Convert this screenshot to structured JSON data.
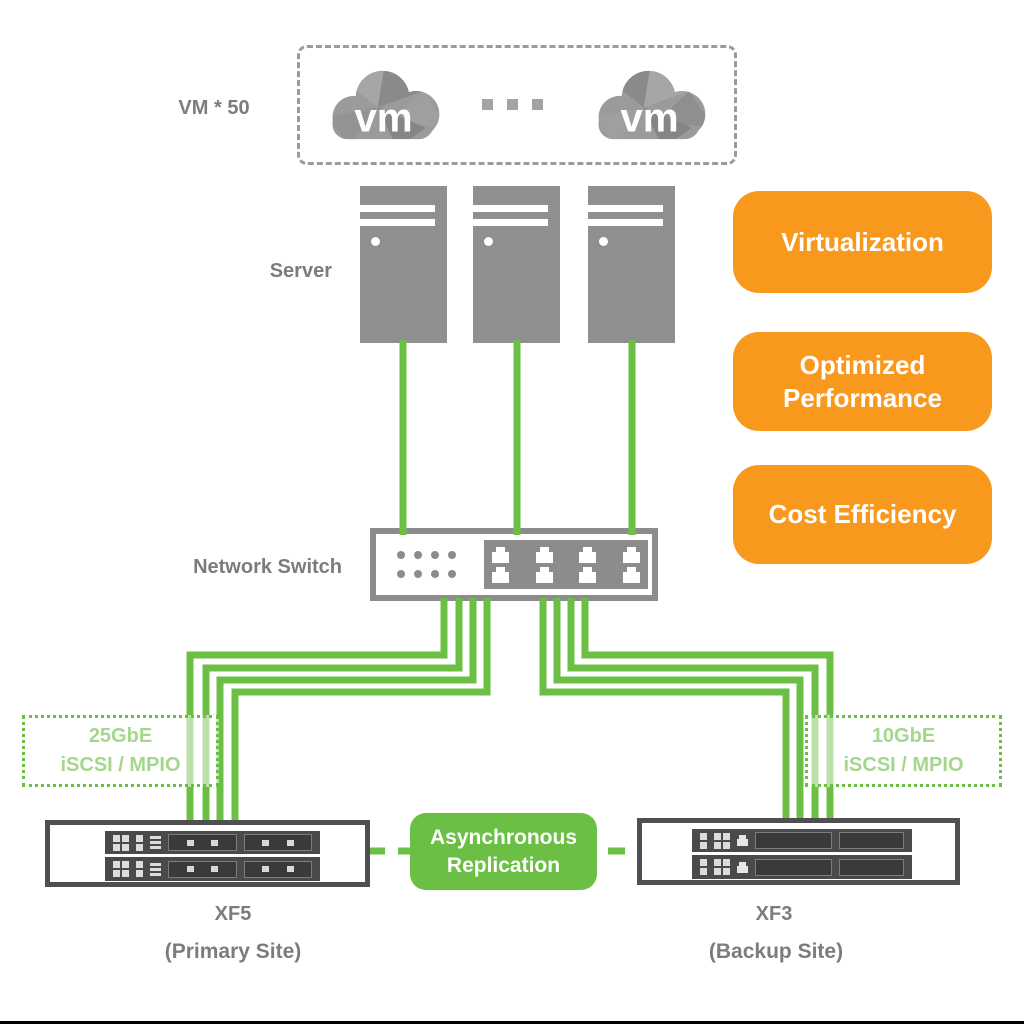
{
  "diagram": {
    "vm_group": {
      "label": "VM * 50",
      "cloud_text": "vm"
    },
    "server_label": "Server",
    "switch_label": "Network Switch",
    "benefits": [
      {
        "label": "Virtualization"
      },
      {
        "label": "Optimized Performance"
      },
      {
        "label": "Cost Efficiency"
      }
    ],
    "left_link": {
      "speed": "25GbE",
      "protocol": "iSCSI / MPIO"
    },
    "right_link": {
      "speed": "10GbE",
      "protocol": "iSCSI / MPIO"
    },
    "replication": {
      "line1": "Asynchronous",
      "line2": "Replication"
    },
    "primary_site": {
      "name": "XF5",
      "caption": "(Primary Site)"
    },
    "backup_site": {
      "name": "XF3",
      "caption": "(Backup Site)"
    },
    "colors": {
      "green": "#6cbf45",
      "orange": "#f8981d",
      "device_gray": "#8f8f8f",
      "rack_gray": "#4a4a4a",
      "label_gray": "#7c7c7c"
    }
  }
}
